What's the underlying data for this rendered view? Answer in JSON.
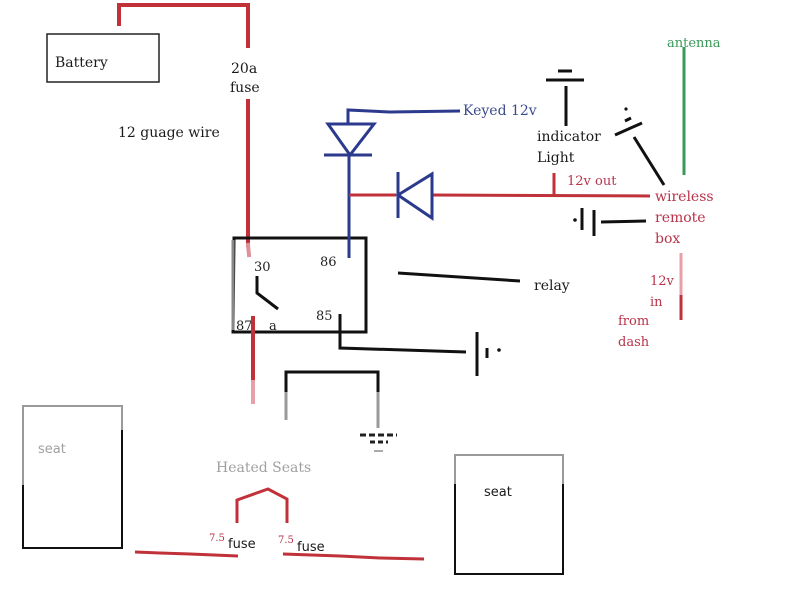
{
  "diagram": {
    "type": "wiring-schematic",
    "title": "Heated seats relay wiring with wireless remote",
    "colors": {
      "power_wire": "#c0313a",
      "signal_wire": "#2b3a8c",
      "antenna_wire": "#3a9a5a",
      "ground_wire": "#000000",
      "seat_wire": "#9a9a9a",
      "label_dark": "#1a1a1a",
      "label_red": "#b8334a",
      "label_blue": "#3a4a8c",
      "label_green": "#3a9a5a",
      "label_gray": "#a0a0a0"
    },
    "components": {
      "battery": {
        "label": "Battery"
      },
      "main_fuse": {
        "rating": "20a",
        "label": "fuse"
      },
      "wire_gauge": {
        "label": "12 guage wire"
      },
      "keyed": {
        "label": "Keyed 12v"
      },
      "indicator": {
        "line1": "indicator",
        "line2": "Light"
      },
      "out_12v": {
        "label": "12v out"
      },
      "remote_box": {
        "line1": "wireless",
        "line2": "remote",
        "line3": "box"
      },
      "antenna": {
        "label": "antenna"
      },
      "input_12v": {
        "line1": "12v",
        "line2": "in",
        "line3": "from",
        "line4": "dash"
      },
      "relay": {
        "label": "relay",
        "pins": {
          "p30": "30",
          "p86": "86",
          "p85": "85",
          "p87": "87",
          "pa": "a"
        }
      },
      "heated_seats": {
        "label": "Heated Seats"
      },
      "seat_fuse_left": {
        "rating": "7.5",
        "label": "fuse"
      },
      "seat_fuse_right": {
        "rating": "7.5",
        "label": "fuse"
      },
      "seat_left": {
        "label": "seat"
      },
      "seat_right": {
        "label": "seat"
      }
    }
  }
}
